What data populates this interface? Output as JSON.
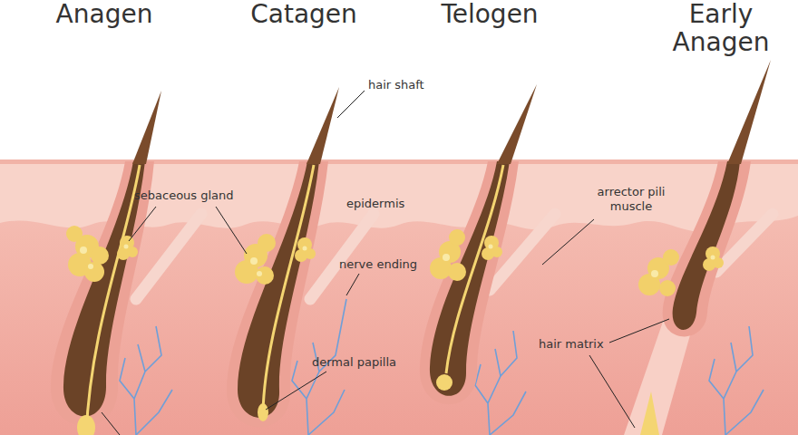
{
  "diagram": {
    "labels": [
      "Anagen",
      "Catagen",
      "Telogen",
      "Early Anagen",
      "hair shaft",
      "sebaceous gland",
      "epidermis",
      "arrector pili muscle",
      "nerve ending",
      "dermal papilla",
      "hair matrix"
    ]
  }
}
